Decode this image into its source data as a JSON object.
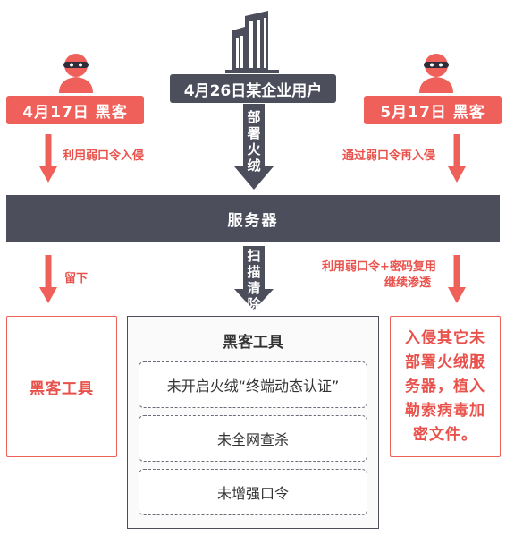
{
  "colors": {
    "accent_red": "#f0605a",
    "dark": "#4c4e5c",
    "arrow_red": "#f0605a"
  },
  "icons": [
    "hacker-icon",
    "building-icon",
    "arrow-down-icon"
  ],
  "left_hacker": {
    "label": "4月17日 黑客",
    "action": "利用弱口令入侵",
    "action2": "留下",
    "box_text": "黑客工具"
  },
  "center": {
    "enterprise": "4月26日某企业用户",
    "deploy": "部署火绒",
    "server": "服务器",
    "scan": "扫描清除",
    "box_title": "黑客工具",
    "items": [
      "未开启火绒“终端动态认证”",
      "未全网查杀",
      "未增强口令"
    ]
  },
  "right_hacker": {
    "label": "5月17日 黑客",
    "action": "通过弱口令再入侵",
    "action2_line1": "利用弱口令+密码复用",
    "action2_line2": "继续渗透",
    "box_text": "入侵其它未部署火绒服务器，植入勒索病毒加密文件。"
  }
}
